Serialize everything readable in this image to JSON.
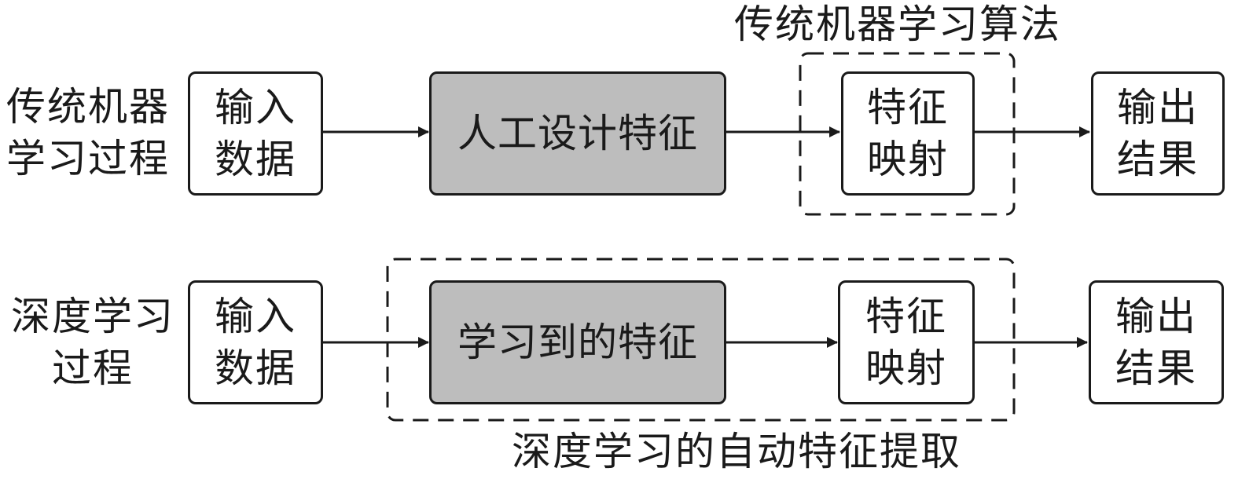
{
  "traditional": {
    "row_label": "传统机器\n学习过程",
    "input": "输入\n数据",
    "feature": "人工设计特征",
    "mapping": "特征\n映射",
    "output": "输出\n结果",
    "group_caption": "传统机器学习算法"
  },
  "deep": {
    "row_label": "深度学习\n过程",
    "input": "输入\n数据",
    "feature": "学习到的特征",
    "mapping": "特征\n映射",
    "output": "输出\n结果",
    "group_caption": "深度学习的自动特征提取"
  },
  "colors": {
    "stroke": "#1a1a1a",
    "feature_fill": "#bdbdbd",
    "box_fill": "#ffffff"
  }
}
